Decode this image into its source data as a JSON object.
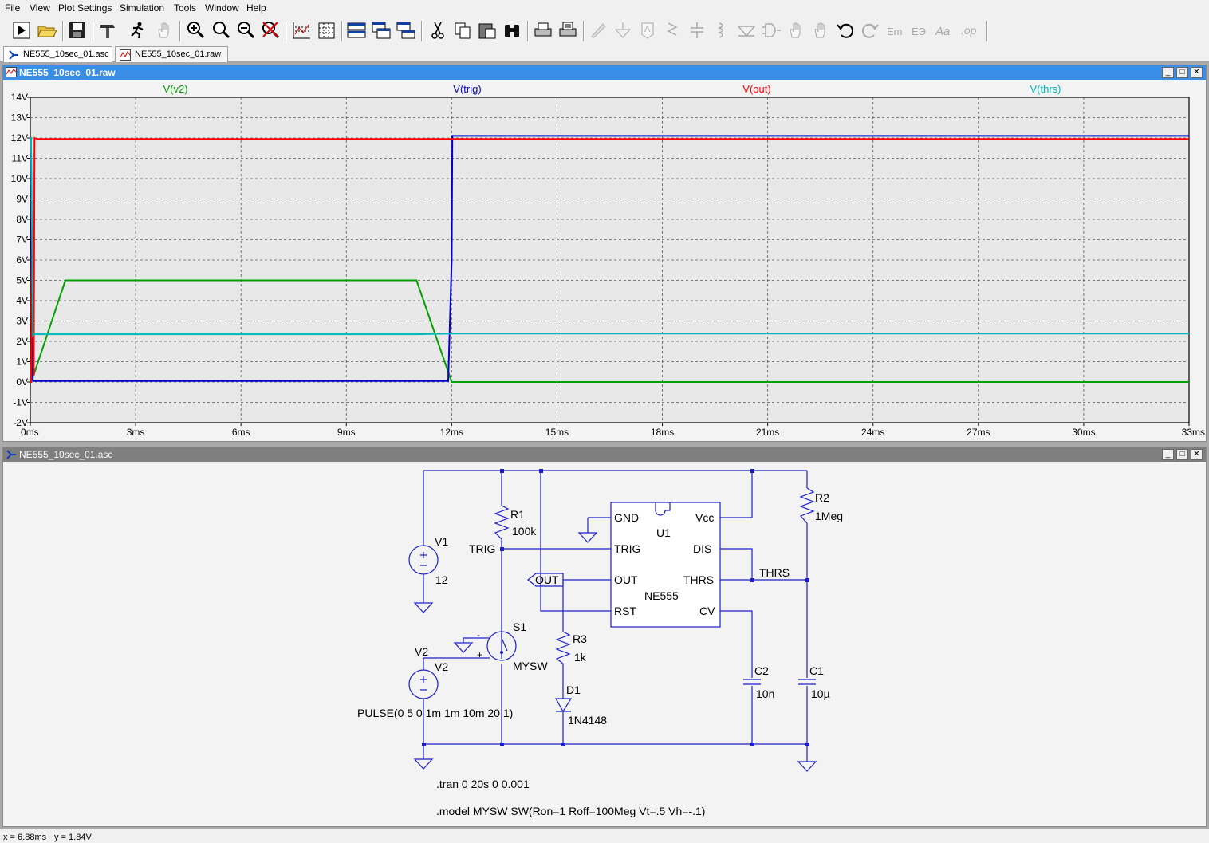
{
  "menu": [
    {
      "label": "File"
    },
    {
      "label": "View"
    },
    {
      "label": "Plot Settings"
    },
    {
      "label": "Simulation"
    },
    {
      "label": "Tools"
    },
    {
      "label": "Window"
    },
    {
      "label": "Help"
    }
  ],
  "toolbar": {
    "run": "run-icon",
    "open": "open-folder-icon",
    "save": "save-icon",
    "control_panel": "hammer-icon",
    "halt": "running-man-icon",
    "pan": "hand-icon",
    "zoom_in": "zoom-in-icon",
    "zoom_out": "zoom-out-icon",
    "zoom_fit": "zoom-fit-icon",
    "zoom_cancel": "zoom-cancel-icon",
    "autorange": "autorange-icon",
    "cut": "scissors-icon",
    "copy": "copy-icon",
    "paste": "paste-icon",
    "find": "binoculars-icon",
    "print": "print-icon",
    "print_setup": "print-setup-icon"
  },
  "tabs": [
    {
      "label": "NE555_10sec_01.asc"
    },
    {
      "label": "NE555_10sec_01.raw"
    }
  ],
  "plot_window": {
    "title": "NE555_10sec_01.raw"
  },
  "schematic_window": {
    "title": "NE555_10sec_01.asc"
  },
  "chart_data": {
    "type": "line",
    "x_unit": "ms",
    "y_unit": "V",
    "xlim": [
      0,
      33
    ],
    "ylim": [
      -2,
      14
    ],
    "grid": true,
    "x_ticks": [
      "0ms",
      "3ms",
      "6ms",
      "9ms",
      "12ms",
      "15ms",
      "18ms",
      "21ms",
      "24ms",
      "27ms",
      "30ms",
      "33ms"
    ],
    "y_ticks": [
      "14V",
      "13V",
      "12V",
      "11V",
      "10V",
      "9V",
      "8V",
      "7V",
      "6V",
      "5V",
      "4V",
      "3V",
      "2V",
      "1V",
      "0V",
      "-1V",
      "-2V"
    ],
    "series": [
      {
        "name": "V(v2)",
        "color": "#00a000",
        "x": [
          0,
          0.05,
          1.0,
          11.0,
          12.0,
          33
        ],
        "y": [
          0,
          0.1,
          5,
          5,
          0,
          0
        ]
      },
      {
        "name": "V(trig)",
        "color": "#0000d0",
        "x": [
          0,
          0.02,
          0.05,
          0.08,
          11.9,
          12.0,
          12.02,
          33
        ],
        "y": [
          12,
          12,
          0.5,
          0.05,
          0.05,
          6,
          12.1,
          12.1
        ]
      },
      {
        "name": "V(out)",
        "color": "#ff0000",
        "x": [
          0,
          0.02,
          0.06,
          0.1,
          0.12,
          0.2,
          33
        ],
        "y": [
          0,
          0,
          7.5,
          0.3,
          12,
          11.95,
          11.95
        ]
      },
      {
        "name": "V(thrs)",
        "color": "#00b8b8",
        "x": [
          0,
          0.02,
          0.08,
          0.1,
          11.0,
          12.0,
          33
        ],
        "y": [
          12,
          12,
          2.3,
          2.35,
          2.35,
          2.38,
          2.38
        ]
      }
    ]
  },
  "schematic": {
    "labels": {
      "v1_name": "V1",
      "v1_value": "12",
      "v2_name_top": "V2",
      "v2_name": "V2",
      "v2_value": "PULSE(0 5 0 1m 1m 10m 20 1)",
      "r1_name": "R1",
      "r1_value": "100k",
      "r2_name": "R2",
      "r2_value": "1Meg",
      "r3_name": "R3",
      "r3_value": "1k",
      "d1_name": "D1",
      "d1_value": "1N4148",
      "c1_name": "C1",
      "c1_value": "10µ",
      "c2_name": "C2",
      "c2_value": "10n",
      "s1_name": "S1",
      "s1_value": "MYSW",
      "u1_name": "U1",
      "u1_value": "NE555",
      "pin_gnd": "GND",
      "pin_vcc": "Vcc",
      "pin_trig": "TRIG",
      "pin_dis": "DIS",
      "pin_out": "OUT",
      "pin_thrs": "THRS",
      "pin_rst": "RST",
      "pin_cv": "CV",
      "net_trig": "TRIG",
      "net_thrs": "THRS",
      "net_out": "OUT",
      "plus": "+",
      "minus": "-",
      "tran": ".tran 0 20s 0 0.001",
      "model": ".model MYSW SW(Ron=1 Roff=100Meg Vt=.5 Vh=-.1)"
    }
  },
  "status": {
    "x": "x = 6.88ms",
    "y": "y = 1.84V"
  }
}
